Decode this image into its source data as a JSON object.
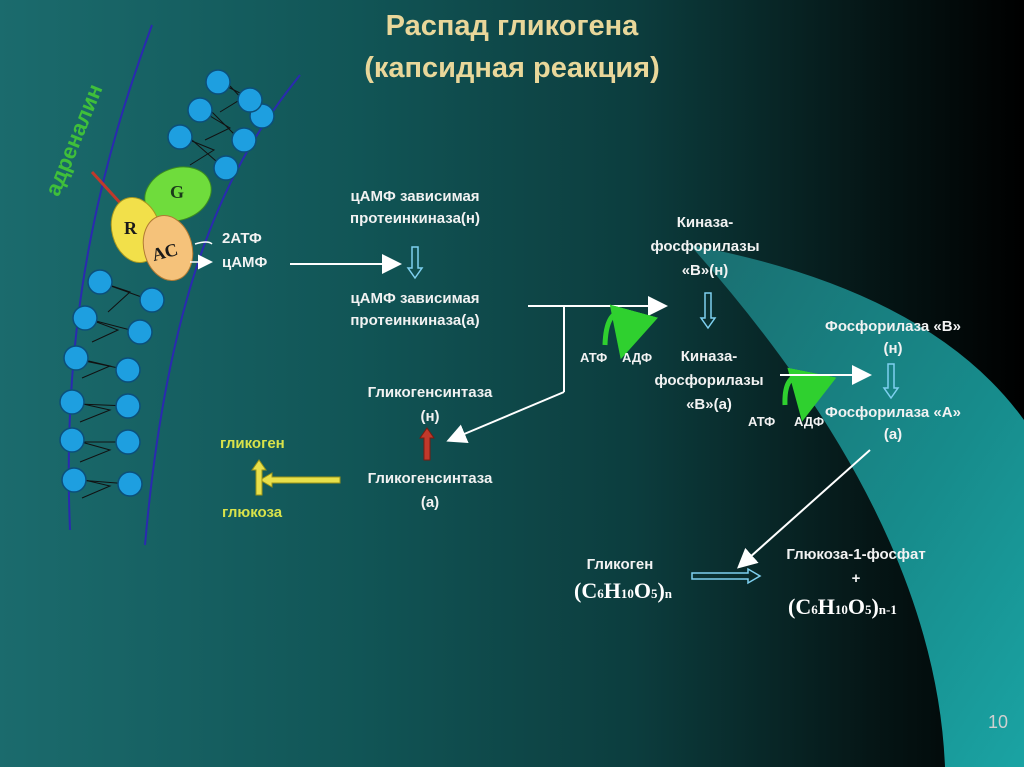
{
  "title": {
    "line1": "Распад гликогена",
    "line2": "(капсидная реакция)"
  },
  "membrane": {
    "hormone": "адреналин",
    "g_protein": "G",
    "receptor": "R",
    "adenylate_cyclase": "AC"
  },
  "labels": {
    "atp2": "2АТФ",
    "camp": "цАМФ",
    "pk_inactive_1": "цАМФ зависимая",
    "pk_inactive_2": "протеинкиназа(н)",
    "pk_active_1": "цАМФ зависимая",
    "pk_active_2": "протеинкиназа(а)",
    "gs_inactive_1": "Гликогенсинтаза",
    "gs_inactive_2": "(н)",
    "gs_active_1": "Гликогенсинтаза",
    "gs_active_2": "(а)",
    "glycogen_side": "гликоген",
    "glucose_side": "глюкоза",
    "pk_kinase_inactive_1": "Киназа-",
    "pk_kinase_inactive_2": "фосфорилазы",
    "pk_kinase_inactive_3": "«В»(н)",
    "pk_kinase_active_1": "Киназа-",
    "pk_kinase_active_2": "фосфорилазы",
    "pk_kinase_active_3": "«В»(а)",
    "atp_a": "АТФ",
    "adp_a": "АДФ",
    "atp_b": "АТФ",
    "adp_b": "АДФ",
    "phos_b_1": "Фосфорилаза «В»",
    "phos_b_2": "(н)",
    "phos_a_1": "Фосфорилаза «А»",
    "phos_a_2": "(а)",
    "glycogen_bottom": "Гликоген",
    "g1p": "Глюкоза-1-фосфат",
    "plus": "+"
  },
  "formulas": {
    "left": {
      "open": "(C",
      "s1": "6",
      "h": "H",
      "s2": "10",
      "o": "O",
      "s3": "5",
      "close": ")",
      "n": "n"
    },
    "right": {
      "open": "(C",
      "s1": "6",
      "h": "H",
      "s2": "10",
      "o": "O",
      "s3": "5",
      "close": ")",
      "n": "n-1"
    }
  },
  "page_number": "10",
  "colors": {
    "title": "#e9d79a",
    "membrane_line": "#2a2ab0",
    "lipid_head": "#1e9fe0",
    "g_protein": "#6fdc3c",
    "receptor": "#f2e04a",
    "adenylate_cyclase": "#f5c27a",
    "hormone_text": "#3fbf3a",
    "cycle_arrow": "#2fd02f"
  }
}
